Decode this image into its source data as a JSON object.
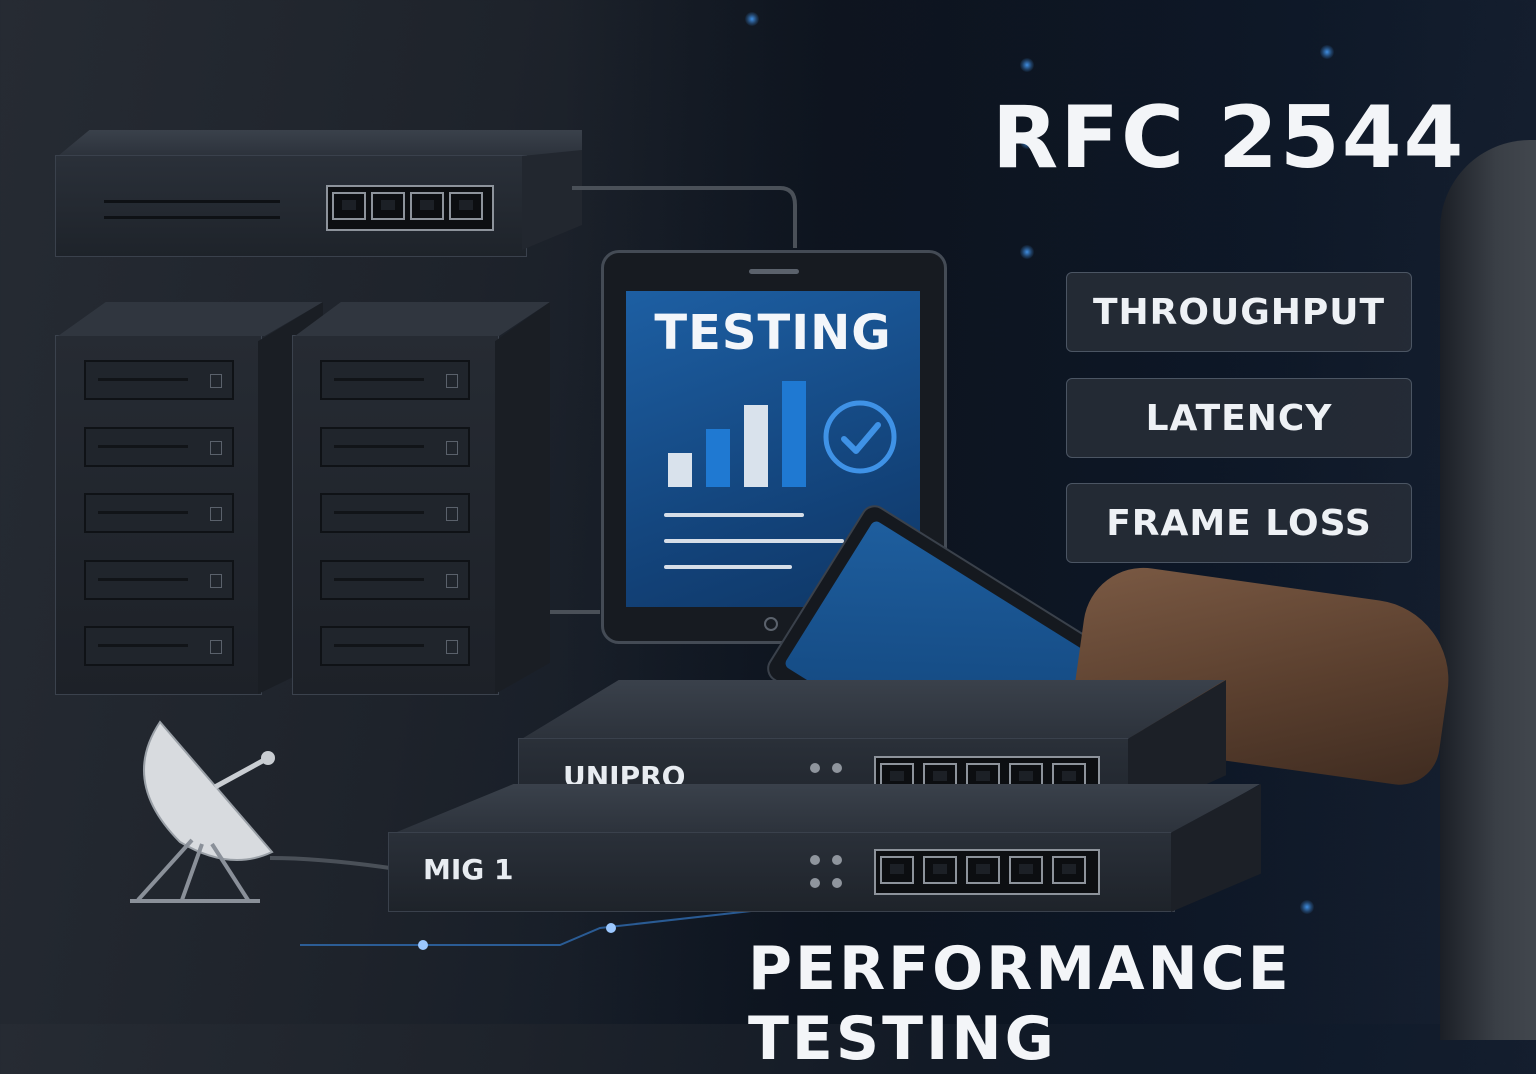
{
  "header": {
    "title": "RFC 2544"
  },
  "metrics": [
    {
      "label": "THROUGHPUT"
    },
    {
      "label": "LATENCY"
    },
    {
      "label": "FRAME LOSS"
    }
  ],
  "tablet": {
    "screen_title": "TESTING"
  },
  "devices": {
    "top_device": "UNIPRO",
    "bottom_device": "MIG 1"
  },
  "footer": {
    "subtitle": "PERFORMANCE TESTING"
  },
  "colors": {
    "accent_blue": "#1d6fc0",
    "text_light": "#f3f5f8",
    "device_dark": "#2a3039"
  },
  "icons": [
    "network-switch-icon",
    "server-tower-icon",
    "satellite-dish-icon",
    "checkmark-circle-icon",
    "bar-chart-icon",
    "ethernet-port-icon",
    "hand-icon"
  ]
}
